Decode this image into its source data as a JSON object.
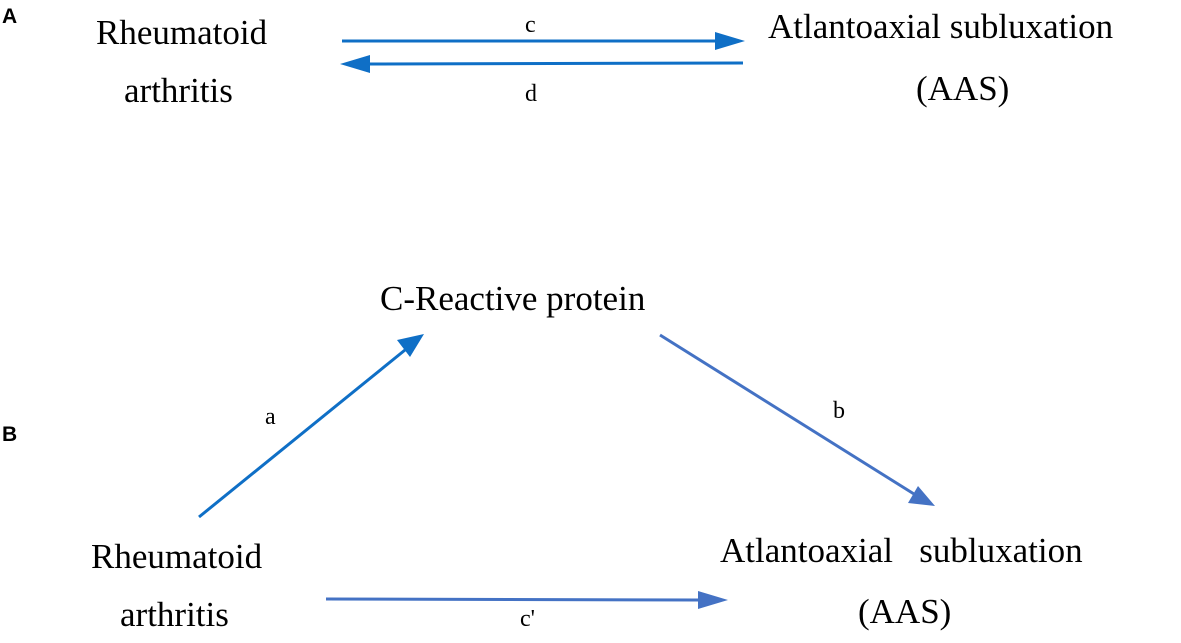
{
  "panels": {
    "a_label": "A",
    "b_label": "B"
  },
  "panel_a": {
    "ra_line1": "Rheumatoid",
    "ra_line2": "arthritis",
    "aas_line1": "Atlantoaxial subluxation",
    "aas_line2": "(AAS)",
    "edge_c": "c",
    "edge_d": "d"
  },
  "panel_b": {
    "crp": "C-Reactive protein",
    "ra_line1": "Rheumatoid",
    "ra_line2": "arthritis",
    "aas_line1": "Atlantoaxial   subluxation",
    "aas_line2": "(AAS)",
    "edge_a": "a",
    "edge_b": "b",
    "edge_c_prime": "c'"
  },
  "colors": {
    "arrow_a_panel": "#0f6fc6",
    "arrow_b_panel": "#4472c4",
    "text": "#000000"
  }
}
